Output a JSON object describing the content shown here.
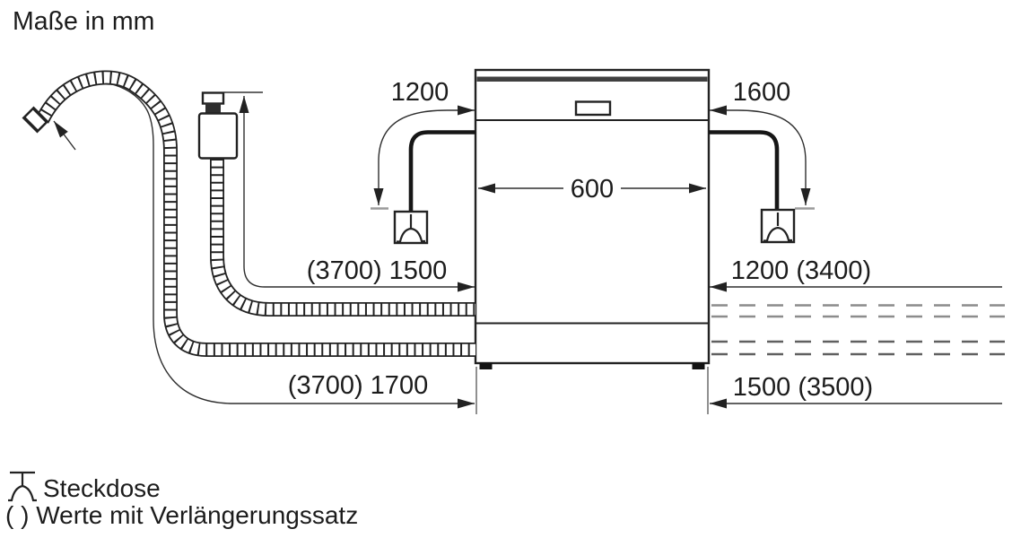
{
  "title": "Maße in mm",
  "appliance": {
    "width_label": "600"
  },
  "dims": {
    "left_cord": "1200",
    "right_cord": "1600",
    "inlet_left": "(3700) 1500",
    "drain_left": "(3700) 1700",
    "upper_right": "1200 (3400)",
    "lower_right": "1500 (3500)"
  },
  "legend": {
    "socket": "Steckdose",
    "brackets_note": "( ) Werte mit Verlängerungssatz"
  },
  "icons": {
    "socket_symbol": "socket-icon",
    "hose_arrow": "drain-hose-end-arrow"
  },
  "colors": {
    "ink": "#222222",
    "panel_band": "#3f3f3f",
    "dash_light": "#8c8c8c",
    "dash_dark": "#606060",
    "tick_gray": "#9a9a9a",
    "background": "#ffffff"
  }
}
